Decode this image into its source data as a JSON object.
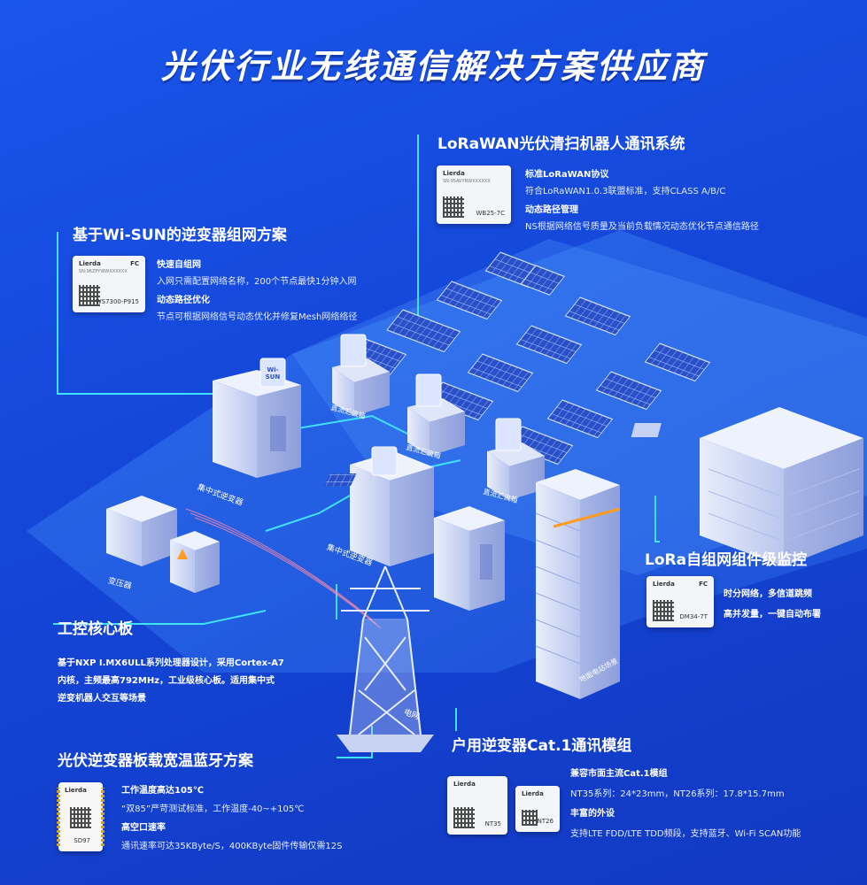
{
  "page_title": "光伏行业无线通信解决方案供应商",
  "sections": {
    "lorawan": {
      "title": "LoRaWAN光伏清扫机器人通讯系统",
      "module": {
        "brand": "Lierda",
        "sn": "SN:95AVYNWXXXXXX",
        "model": "WB25-7C"
      },
      "features": [
        {
          "heading": "标准LoRaWAN协议",
          "desc": "符合LoRaWAN1.0.3联盟标准，支持CLASS A/B/C"
        },
        {
          "heading": "动态路径管理",
          "desc": "NS根据网络信号质量及当前负载情况动态优化节点通信路径"
        }
      ]
    },
    "wisun": {
      "title": "基于Wi-SUN的逆变器组网方案",
      "module": {
        "brand": "Lierda",
        "sn": "SN:96ZPYWWXXXXXX",
        "model": "WS7300-P915"
      },
      "features": [
        {
          "heading": "快速自组网",
          "desc": "入网只需配置网络名称，200个节点最快1分钟入网"
        },
        {
          "heading": "动态路径优化",
          "desc": "节点可根据网络信号动态优化并修复Mesh网络络径"
        }
      ]
    },
    "lora_mesh": {
      "title": "LoRa自组网组件级监控",
      "module": {
        "brand": "Lierda",
        "model": "DM34-7T"
      },
      "features": [
        {
          "desc": "时分网络，多信道跳频"
        },
        {
          "desc": "高并发量，一键自动布署"
        }
      ]
    },
    "core_board": {
      "title": "工控核心板",
      "desc_lines": [
        "基于NXP I.MX6ULL系列处理器设计，采用Cortex-A7",
        "内核，主频最高792MHz，工业级核心板。适用集中式",
        "逆变机器人交互等场景"
      ]
    },
    "bluetooth": {
      "title": "光伏逆变器板载宽温蓝牙方案",
      "module": {
        "brand": "Lierda",
        "model": "SD97"
      },
      "features": [
        {
          "heading": "工作温度高达105℃",
          "desc": "“双85”严苛测试标准，工作温度-40~+105℃"
        },
        {
          "heading": "高空口速率",
          "desc": "通讯速率可达35KByte/S，400KByte固件传输仅需12S"
        }
      ]
    },
    "cat1": {
      "title": "户用逆变器Cat.1通讯模组",
      "modules": [
        {
          "brand": "Lierda",
          "model": "NT35"
        },
        {
          "brand": "Lierda",
          "model": "NT26"
        }
      ],
      "features": [
        {
          "heading": "兼容市面主流Cat.1模组",
          "desc": "NT35系列：24*23mm，NT26系列：17.8*15.7mm"
        },
        {
          "heading": "丰富的外设",
          "desc": "支持LTE FDD/LTE TDD频段，支持蓝牙、Wi-Fi SCAN功能"
        }
      ]
    }
  },
  "scene_labels": {
    "inverter_1": "集中式逆变器",
    "inverter_2": "集中式逆变器",
    "combiner_1": "直流汇流箱",
    "combiner_2": "直流汇流箱",
    "combiner_3": "直流汇流箱",
    "transformer": "变压器",
    "grid": "电网",
    "rooftop": "地面电站场景",
    "wisun_badge": "Wi-SUN"
  },
  "colors": {
    "background": "#1446d8",
    "accent_cyan": "#3fe1ff",
    "platform": "#2f73f0"
  }
}
